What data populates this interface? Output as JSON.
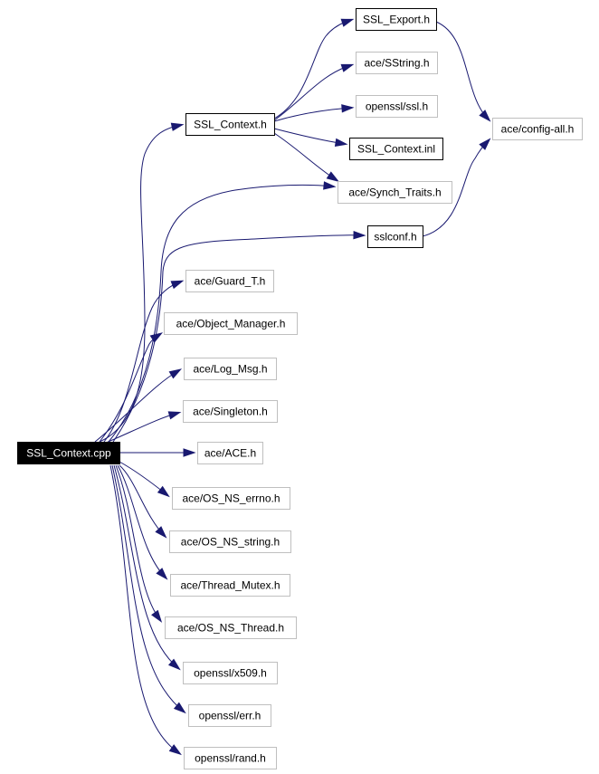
{
  "graph": {
    "colors": {
      "edge": "#191970",
      "root_fill": "#000000",
      "root_text": "#ffffff",
      "bold_border": "#000000",
      "light_border": "#bfbfbf"
    },
    "nodes": [
      {
        "id": "ssl_context_cpp",
        "label": "SSL_Context.cpp",
        "style": "root"
      },
      {
        "id": "ssl_context_h",
        "label": "SSL_Context.h",
        "style": "bold"
      },
      {
        "id": "ssl_export_h",
        "label": "SSL_Export.h",
        "style": "bold"
      },
      {
        "id": "ace_sstring_h",
        "label": "ace/SString.h",
        "style": "light"
      },
      {
        "id": "openssl_ssl_h",
        "label": "openssl/ssl.h",
        "style": "light"
      },
      {
        "id": "ssl_context_inl",
        "label": "SSL_Context.inl",
        "style": "bold"
      },
      {
        "id": "ace_synch_traits_h",
        "label": "ace/Synch_Traits.h",
        "style": "light"
      },
      {
        "id": "sslconf_h",
        "label": "sslconf.h",
        "style": "bold"
      },
      {
        "id": "ace_config_all_h",
        "label": "ace/config-all.h",
        "style": "light"
      },
      {
        "id": "ace_guard_t_h",
        "label": "ace/Guard_T.h",
        "style": "light"
      },
      {
        "id": "ace_object_manager_h",
        "label": "ace/Object_Manager.h",
        "style": "light"
      },
      {
        "id": "ace_log_msg_h",
        "label": "ace/Log_Msg.h",
        "style": "light"
      },
      {
        "id": "ace_singleton_h",
        "label": "ace/Singleton.h",
        "style": "light"
      },
      {
        "id": "ace_ace_h",
        "label": "ace/ACE.h",
        "style": "light"
      },
      {
        "id": "ace_os_ns_errno_h",
        "label": "ace/OS_NS_errno.h",
        "style": "light"
      },
      {
        "id": "ace_os_ns_string_h",
        "label": "ace/OS_NS_string.h",
        "style": "light"
      },
      {
        "id": "ace_thread_mutex_h",
        "label": "ace/Thread_Mutex.h",
        "style": "light"
      },
      {
        "id": "ace_os_ns_thread_h",
        "label": "ace/OS_NS_Thread.h",
        "style": "light"
      },
      {
        "id": "openssl_x509_h",
        "label": "openssl/x509.h",
        "style": "light"
      },
      {
        "id": "openssl_err_h",
        "label": "openssl/err.h",
        "style": "light"
      },
      {
        "id": "openssl_rand_h",
        "label": "openssl/rand.h",
        "style": "light"
      }
    ],
    "edges": [
      {
        "from": "ssl_context_cpp",
        "to": "ssl_context_h"
      },
      {
        "from": "ssl_context_cpp",
        "to": "ace_synch_traits_h"
      },
      {
        "from": "ssl_context_cpp",
        "to": "sslconf_h"
      },
      {
        "from": "ssl_context_cpp",
        "to": "ace_guard_t_h"
      },
      {
        "from": "ssl_context_cpp",
        "to": "ace_object_manager_h"
      },
      {
        "from": "ssl_context_cpp",
        "to": "ace_log_msg_h"
      },
      {
        "from": "ssl_context_cpp",
        "to": "ace_singleton_h"
      },
      {
        "from": "ssl_context_cpp",
        "to": "ace_ace_h"
      },
      {
        "from": "ssl_context_cpp",
        "to": "ace_os_ns_errno_h"
      },
      {
        "from": "ssl_context_cpp",
        "to": "ace_os_ns_string_h"
      },
      {
        "from": "ssl_context_cpp",
        "to": "ace_thread_mutex_h"
      },
      {
        "from": "ssl_context_cpp",
        "to": "ace_os_ns_thread_h"
      },
      {
        "from": "ssl_context_cpp",
        "to": "openssl_x509_h"
      },
      {
        "from": "ssl_context_cpp",
        "to": "openssl_err_h"
      },
      {
        "from": "ssl_context_cpp",
        "to": "openssl_rand_h"
      },
      {
        "from": "ssl_context_h",
        "to": "ssl_export_h"
      },
      {
        "from": "ssl_context_h",
        "to": "ace_sstring_h"
      },
      {
        "from": "ssl_context_h",
        "to": "openssl_ssl_h"
      },
      {
        "from": "ssl_context_h",
        "to": "ssl_context_inl"
      },
      {
        "from": "ssl_context_h",
        "to": "ace_synch_traits_h"
      },
      {
        "from": "ssl_export_h",
        "to": "ace_config_all_h"
      },
      {
        "from": "sslconf_h",
        "to": "ace_config_all_h"
      }
    ]
  }
}
